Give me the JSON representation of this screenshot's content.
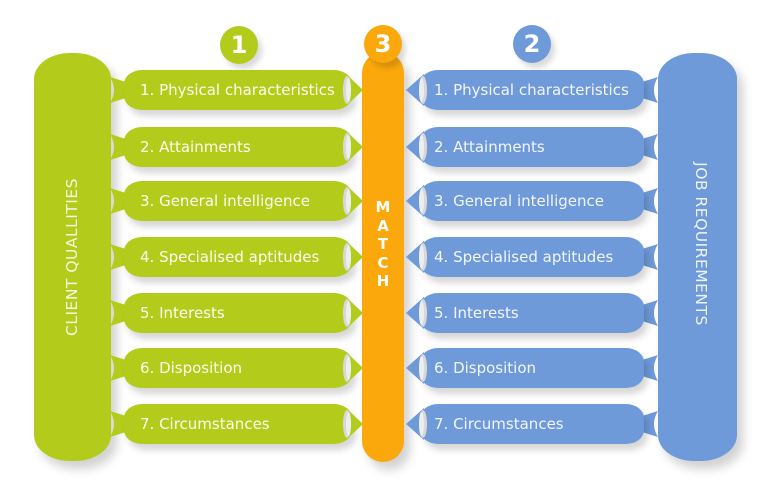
{
  "diagram": {
    "badges": {
      "client": "1",
      "job": "2",
      "match": "3"
    },
    "left_column": {
      "label": "CLIENT QUALLITIES",
      "color": "#b3cc1c"
    },
    "right_column": {
      "label": "JOB REQUIREMENTS",
      "color": "#6f9ad9"
    },
    "center_column": {
      "label": "MATCH",
      "letters": [
        "M",
        "A",
        "T",
        "C",
        "H"
      ],
      "color": "#fba80c"
    },
    "client_items": [
      "1. Physical characteristics",
      "2. Attainments",
      "3. General intelligence",
      "4. Specialised aptitudes",
      "5. Interests",
      "6. Disposition",
      "7. Circumstances"
    ],
    "job_items": [
      "1. Physical characteristics",
      "2. Attainments",
      "3. General intelligence",
      "4. Specialised aptitudes",
      "5. Interests",
      "6. Disposition",
      "7. Circumstances"
    ]
  }
}
